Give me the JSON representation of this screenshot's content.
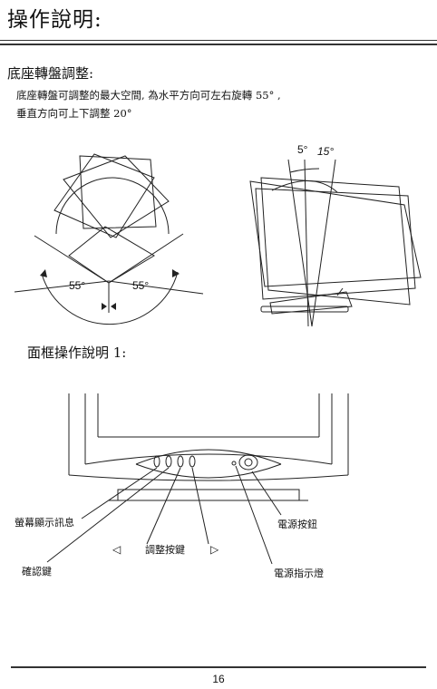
{
  "page": {
    "title": "操作說明:",
    "number": "16"
  },
  "swivel_section": {
    "heading": "底座轉盤調整:",
    "line1": "底座轉盤可調整的最大空間, 為水平方向可左右旋轉 55° ,",
    "line2": "垂直方向可上下調整 20°",
    "left_angle": "55°",
    "right_angle": "55°",
    "tilt_down": "5°",
    "tilt_up": "15°"
  },
  "bezel_section": {
    "heading": "面框操作說明 1:",
    "labels": {
      "osd_message": "螢幕顯示訊息",
      "confirm_key": "確認鍵",
      "adjust_left_arrow": "◁",
      "adjust_keys": "調整按鍵",
      "adjust_right_arrow": "▷",
      "power_button": "電源按鈕",
      "power_indicator": "電源指示燈"
    }
  }
}
